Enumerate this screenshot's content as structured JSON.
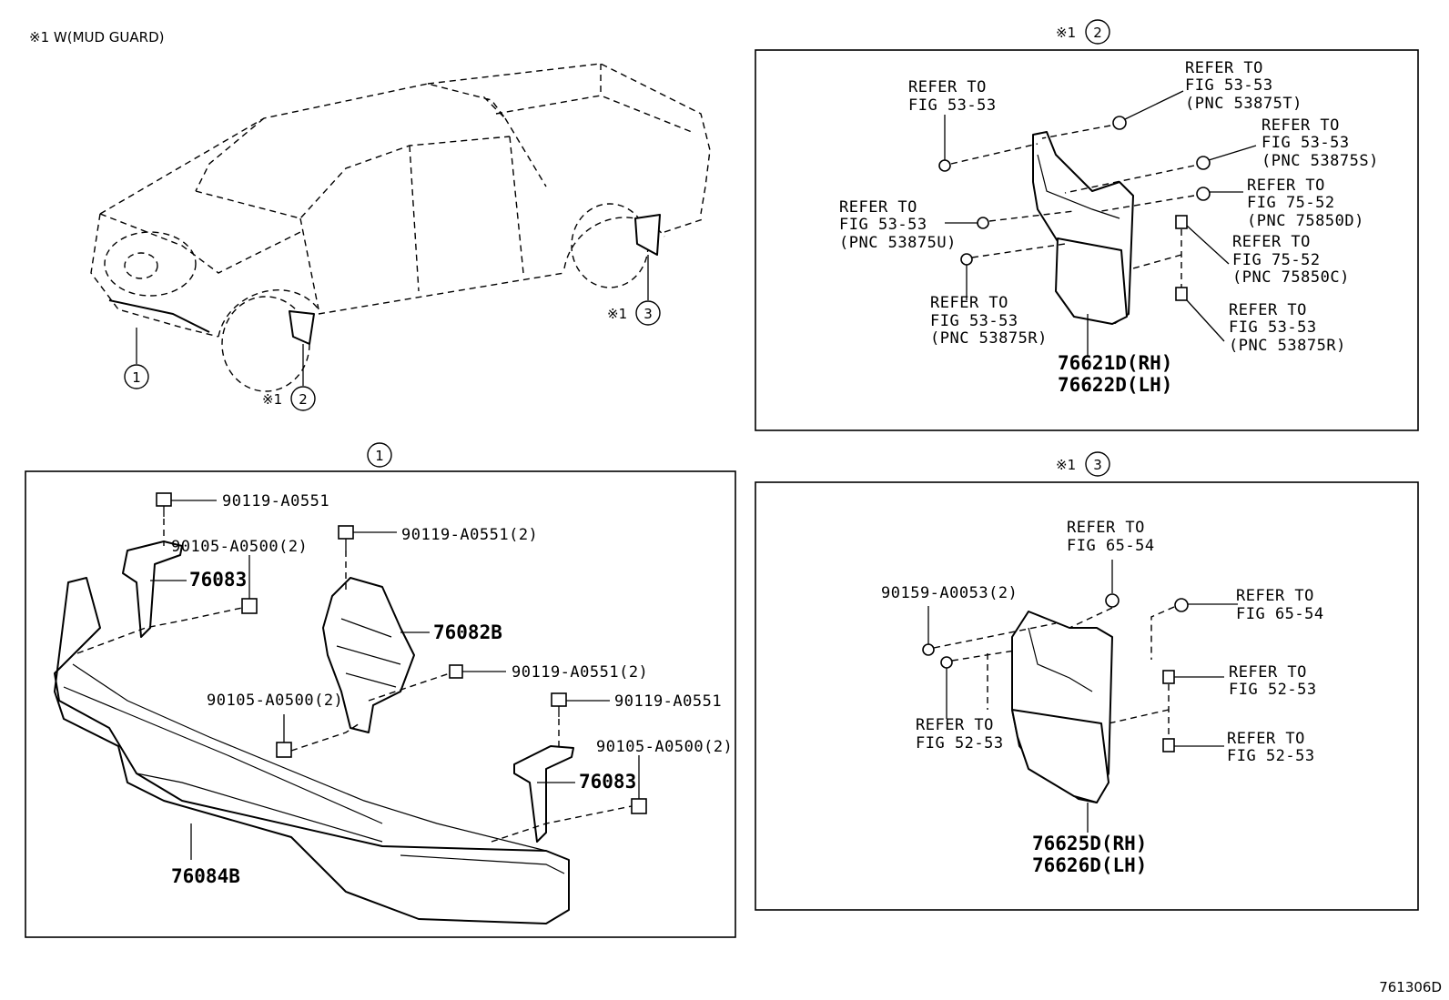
{
  "note": "※1 W(MUD GUARD)",
  "figure_id": "761306D",
  "refs": {
    "one": "1",
    "two": "2",
    "three": "3",
    "mark": "※1"
  },
  "panel_front": {
    "labels": {
      "bolt_a": "90119-A0551",
      "nut_a": "90105-A0500(2)",
      "bracket_l": "76083",
      "bolt_b": "90119-A0551(2)",
      "center": "76082B",
      "bolt_c": "90119-A0551(2)",
      "nut_b": "90105-A0500(2)",
      "bolt_d": "90119-A0551",
      "nut_c": "90105-A0500(2)",
      "bracket_r": "76083",
      "spoiler": "76084B"
    }
  },
  "panel_front_guard": {
    "refer_1": [
      "REFER TO",
      "FIG 53-53"
    ],
    "refer_2": [
      "REFER TO",
      "FIG 53-53",
      "(PNC 53875T)"
    ],
    "refer_3": [
      "REFER TO",
      "FIG 53-53",
      "(PNC 53875S)"
    ],
    "refer_4": [
      "REFER TO",
      "FIG 75-52",
      "(PNC 75850D)"
    ],
    "refer_5": [
      "REFER TO",
      "FIG 53-53",
      "(PNC 53875U)"
    ],
    "refer_6": [
      "REFER TO",
      "FIG 75-52",
      "(PNC 75850C)"
    ],
    "refer_7": [
      "REFER TO",
      "FIG 53-53",
      "(PNC 53875R)"
    ],
    "refer_8": [
      "REFER TO",
      "FIG 53-53",
      "(PNC 53875R)"
    ],
    "part_rh": "76621D(RH)",
    "part_lh": "76622D(LH)"
  },
  "panel_rear_guard": {
    "clip": "90159-A0053(2)",
    "refer_1": [
      "REFER TO",
      "FIG 65-54"
    ],
    "refer_2": [
      "REFER TO",
      "FIG 65-54"
    ],
    "refer_3": [
      "REFER TO",
      "FIG 52-53"
    ],
    "refer_4": [
      "REFER TO",
      "FIG 52-53"
    ],
    "refer_5": [
      "REFER TO",
      "FIG 52-53"
    ],
    "part_rh": "76625D(RH)",
    "part_lh": "76626D(LH)"
  }
}
